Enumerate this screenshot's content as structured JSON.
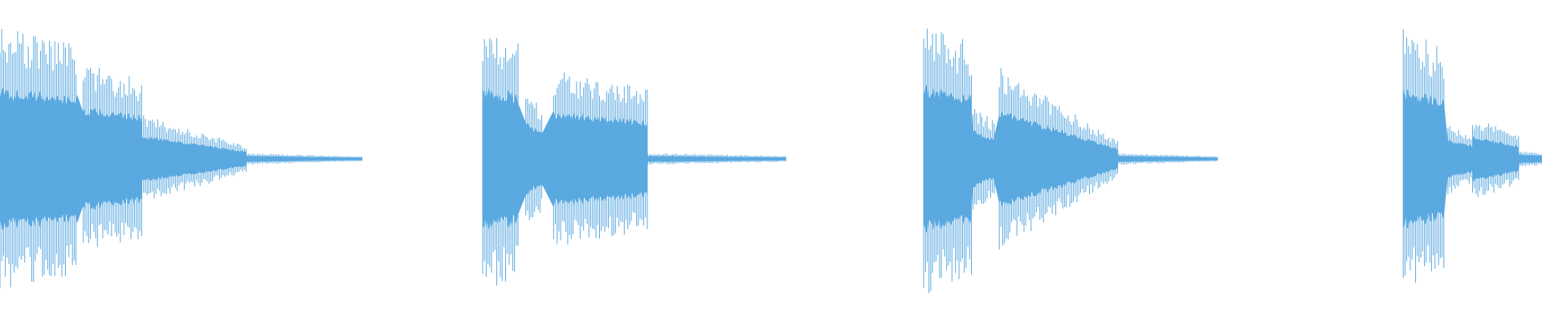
{
  "waveform": {
    "color": "#5aa9e0",
    "sample_rate_note": "",
    "clips": [
      {
        "id": "clip-1",
        "segments": [
          {
            "start": 0.0,
            "end": 0.05,
            "amp": 0.88,
            "decay": 0.1
          },
          {
            "start": 0.054,
            "end": 0.092,
            "amp": 0.64,
            "decay": 0.15
          },
          {
            "start": 0.092,
            "end": 0.16,
            "amp": 0.3,
            "decay": 0.7
          },
          {
            "start": 0.16,
            "end": 0.235,
            "amp": 0.04,
            "decay": 0.6
          }
        ]
      },
      {
        "id": "clip-2",
        "segments": [
          {
            "start": 0.313,
            "end": 0.336,
            "amp": 0.9,
            "decay": 0.1
          },
          {
            "start": 0.341,
            "end": 0.352,
            "amp": 0.45,
            "decay": 0.2
          },
          {
            "start": 0.359,
            "end": 0.42,
            "amp": 0.6,
            "decay": 0.2
          },
          {
            "start": 0.42,
            "end": 0.51,
            "amp": 0.04,
            "decay": 0.5
          }
        ]
      },
      {
        "id": "clip-3",
        "segments": [
          {
            "start": 0.599,
            "end": 0.63,
            "amp": 0.92,
            "decay": 0.15
          },
          {
            "start": 0.631,
            "end": 0.645,
            "amp": 0.36,
            "decay": 0.3
          },
          {
            "start": 0.648,
            "end": 0.725,
            "amp": 0.62,
            "decay": 0.8
          },
          {
            "start": 0.725,
            "end": 0.79,
            "amp": 0.04,
            "decay": 0.55
          }
        ]
      },
      {
        "id": "clip-4",
        "segments": [
          {
            "start": 0.91,
            "end": 0.937,
            "amp": 0.88,
            "decay": 0.15
          },
          {
            "start": 0.939,
            "end": 0.955,
            "amp": 0.24,
            "decay": 0.3
          },
          {
            "start": 0.955,
            "end": 0.985,
            "amp": 0.28,
            "decay": 0.4
          },
          {
            "start": 0.985,
            "end": 1.0,
            "amp": 0.06,
            "decay": 0.3
          }
        ]
      }
    ]
  }
}
